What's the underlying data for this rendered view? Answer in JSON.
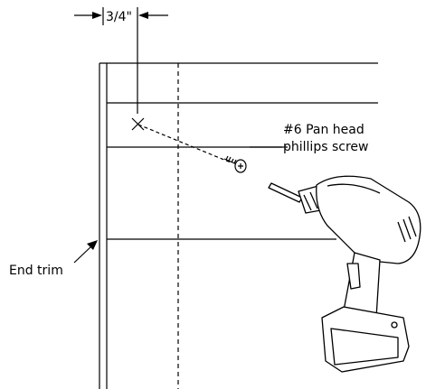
{
  "diagram": {
    "dimension_label": "3/4\"",
    "screw_label_line1": "#6 Pan head",
    "screw_label_line2": "phillips screw",
    "end_trim_label": "End trim"
  }
}
